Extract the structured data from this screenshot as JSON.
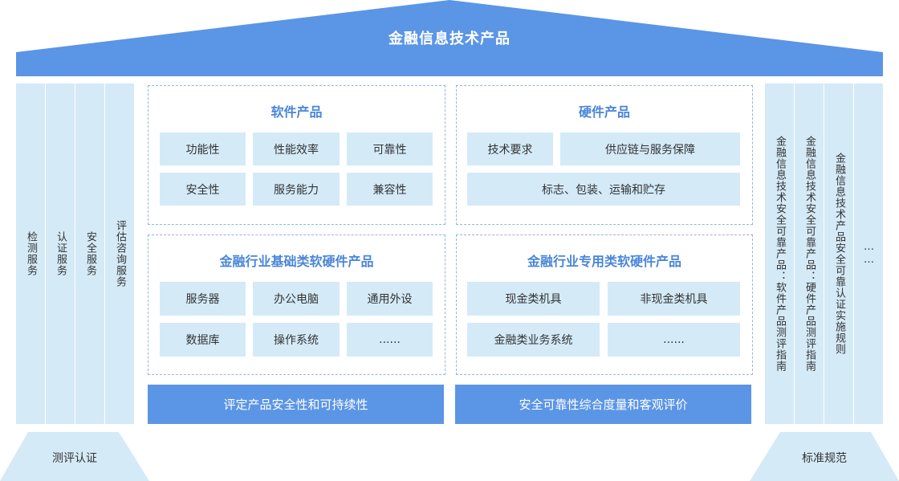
{
  "roof": {
    "title": "金融信息技术产品",
    "color": "#5b95e6"
  },
  "left_columns": [
    "检测服务",
    "认证服务",
    "安全服务",
    "评估咨询服务"
  ],
  "right_columns": [
    "金融信息技术安全可靠产品：软件产品测评指南",
    "金融信息技术安全可靠产品：硬件产品测评指南",
    "金融信息技术产品安全可靠认证实施规则",
    "……"
  ],
  "software": {
    "title": "软件产品",
    "items": [
      "功能性",
      "性能效率",
      "可靠性",
      "安全性",
      "服务能力",
      "兼容性"
    ]
  },
  "hardware": {
    "title": "硬件产品",
    "items": [
      "技术要求",
      "供应链与服务保障",
      "标志、包装、运输和贮存"
    ]
  },
  "basic": {
    "title": "金融行业基础类软硬件产品",
    "items": [
      "服务器",
      "办公电脑",
      "通用外设",
      "数据库",
      "操作系统",
      "......"
    ]
  },
  "special": {
    "title": "金融行业专用类软硬件产品",
    "items": [
      "现金类机具",
      "非现金类机具",
      "金融类业务系统",
      "......"
    ]
  },
  "bars": [
    "评定产品安全性和可持续性",
    "安全可靠性综合度量和客观评价"
  ],
  "bases": {
    "left": "测评认证",
    "right": "标准规范"
  },
  "colors": {
    "light_blue": "#d4eaf7",
    "accent_blue": "#5b95e6",
    "title_blue": "#4a86d9"
  }
}
